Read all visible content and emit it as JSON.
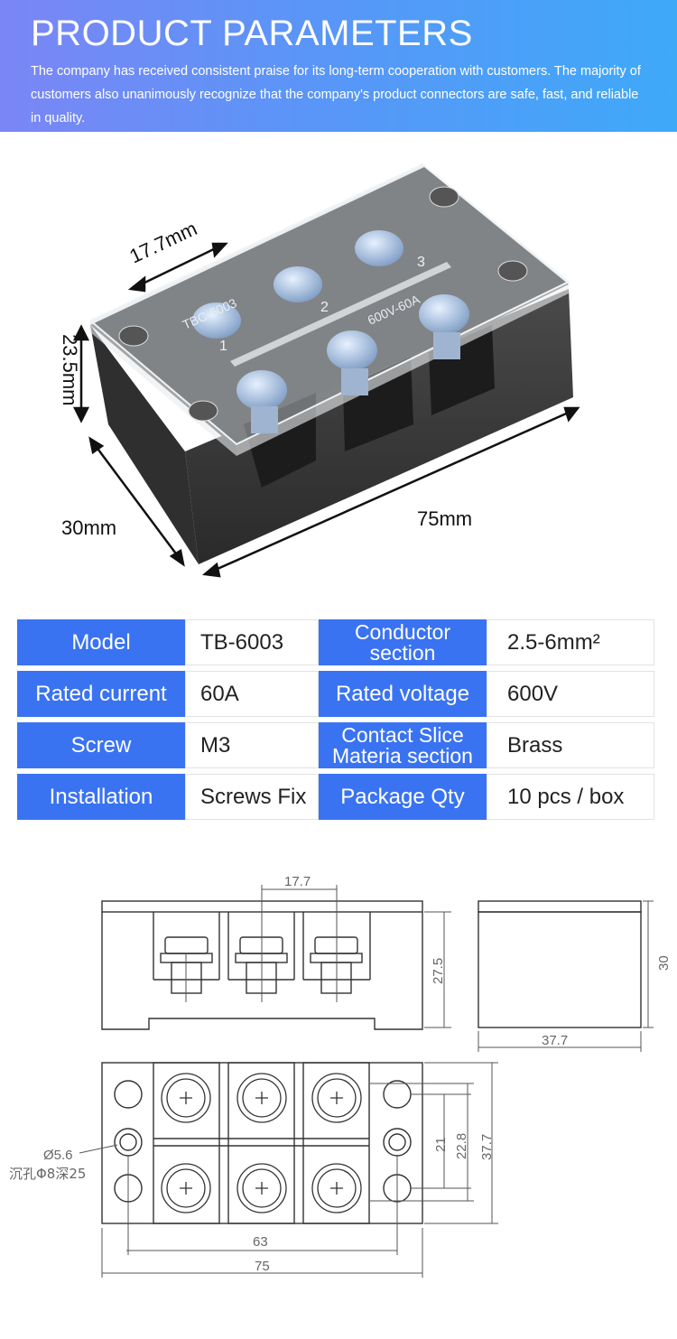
{
  "header": {
    "title": "PRODUCT PARAMETERS",
    "description": "The company has received consistent praise for its long-term cooperation with customers. The majority of customers also unanimously recognize that the company's product connectors are safe, fast, and reliable in quality."
  },
  "photo": {
    "dim_top": "17.7mm",
    "dim_height": "23.5mm",
    "dim_depth": "30mm",
    "dim_length": "75mm",
    "printed_model": "TBC-6003",
    "printed_rating": "600V-60A",
    "terminals": [
      "1",
      "2",
      "3"
    ]
  },
  "specs": [
    {
      "label": "Model",
      "value": "TB-6003",
      "label2": "Conductor section",
      "value2": "2.5-6mm²"
    },
    {
      "label": "Rated current",
      "value": "60A",
      "label2": "Rated voltage",
      "value2": "600V"
    },
    {
      "label": "Screw",
      "value": "M3",
      "label2": "Contact Slice Materia section",
      "value2": "Brass"
    },
    {
      "label": "Installation",
      "value": "Screws Fix",
      "label2": "Package Qty",
      "value2": "10 pcs / box"
    }
  ],
  "drawing": {
    "pitch": "17.7",
    "height": "27.5",
    "side_height": "30",
    "side_width": "37.7",
    "hole_diameter": "Ø5.6",
    "countersink": "沉孔Φ8深25",
    "hole_spacing_inner": "21",
    "hole_spacing_mid": "22.8",
    "depth": "37.7",
    "mount_spacing": "63",
    "length": "75"
  },
  "colors": {
    "banner_start": "#7b86f5",
    "banner_end": "#3fa9f8",
    "label_bg": "#3a73f2"
  }
}
